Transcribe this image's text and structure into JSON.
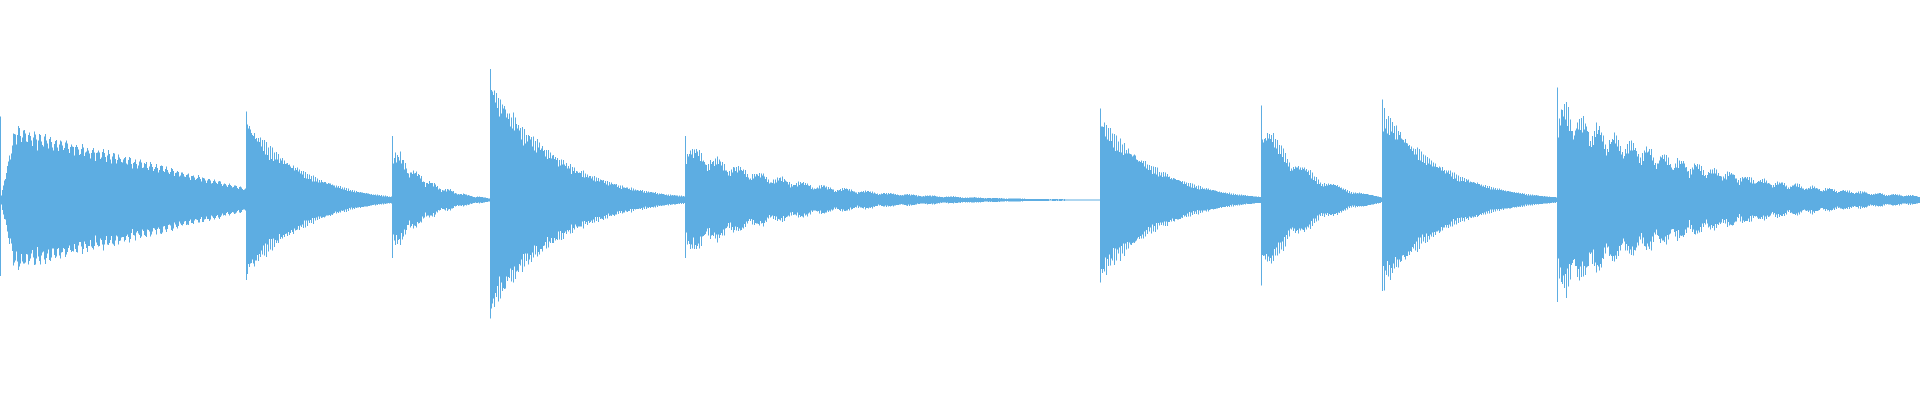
{
  "waveform": {
    "color": "#5DADE2",
    "segments": [
      {
        "type": "note",
        "start": 0.0,
        "end": 0.128,
        "peak": 0.55,
        "decay": 0.45,
        "freq": 0.35,
        "attack": 0.06,
        "sustain": true
      },
      {
        "type": "note",
        "start": 0.128,
        "end": 0.204,
        "peak": 0.58,
        "decay": 0.55,
        "freq": 0.9,
        "attack": 0.0
      },
      {
        "type": "note",
        "start": 0.204,
        "end": 0.255,
        "peak": 0.42,
        "decay": 0.6,
        "freq": 0.7,
        "attack": 0.0,
        "tremolo": 6
      },
      {
        "type": "note",
        "start": 0.255,
        "end": 0.357,
        "peak": 0.86,
        "decay": 0.65,
        "freq": 1.0,
        "attack": 0.0
      },
      {
        "type": "note",
        "start": 0.357,
        "end": 0.558,
        "peak": 0.42,
        "decay": 0.92,
        "freq": 0.8,
        "attack": 0.0,
        "tremolo": 18
      },
      {
        "type": "silence",
        "start": 0.558,
        "end": 0.573
      },
      {
        "type": "note",
        "start": 0.573,
        "end": 0.657,
        "peak": 0.6,
        "decay": 0.6,
        "freq": 0.9,
        "attack": 0.0
      },
      {
        "type": "note",
        "start": 0.657,
        "end": 0.72,
        "peak": 0.62,
        "decay": 0.55,
        "freq": 0.95,
        "attack": 0.0,
        "tremolo": 4
      },
      {
        "type": "note",
        "start": 0.72,
        "end": 0.811,
        "peak": 0.66,
        "decay": 0.65,
        "freq": 0.95,
        "attack": 0.0
      },
      {
        "type": "note",
        "start": 0.811,
        "end": 1.0,
        "peak": 0.74,
        "decay": 0.55,
        "freq": 1.0,
        "attack": 0.0,
        "tremolo": 22
      }
    ]
  }
}
